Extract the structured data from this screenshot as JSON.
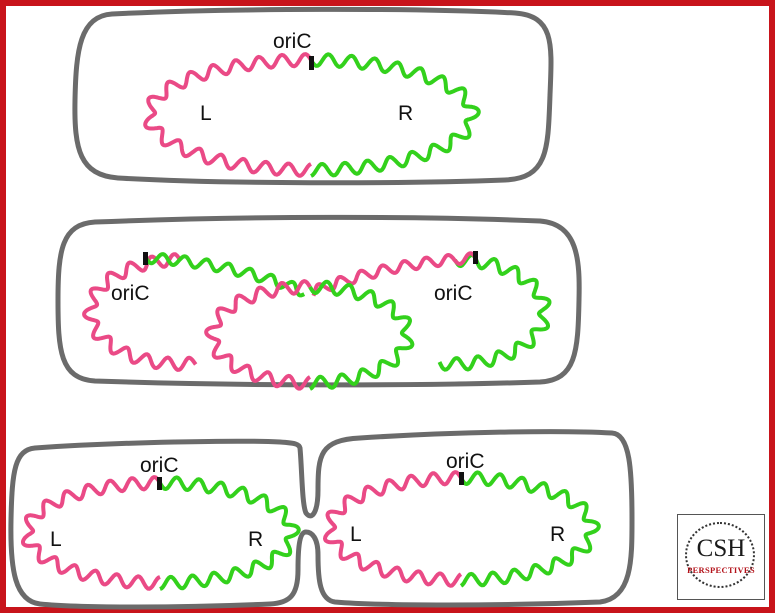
{
  "colors": {
    "frame": "#c8141b",
    "left_strand": "#ea4a86",
    "right_strand": "#33d11c",
    "cell_outline": "#6b6b6b",
    "origin_marker": "#111111"
  },
  "panel1": {
    "origin": "oriC",
    "left": "L",
    "right": "R"
  },
  "panel2": {
    "origin_left": "oriC",
    "origin_right": "oriC"
  },
  "panel3": {
    "left_cell": {
      "origin": "oriC",
      "left": "L",
      "right": "R"
    },
    "right_cell": {
      "origin": "oriC",
      "left": "L",
      "right": "R"
    }
  },
  "logo": {
    "text": "CSH",
    "subtext": "PERSPECTIVES"
  }
}
